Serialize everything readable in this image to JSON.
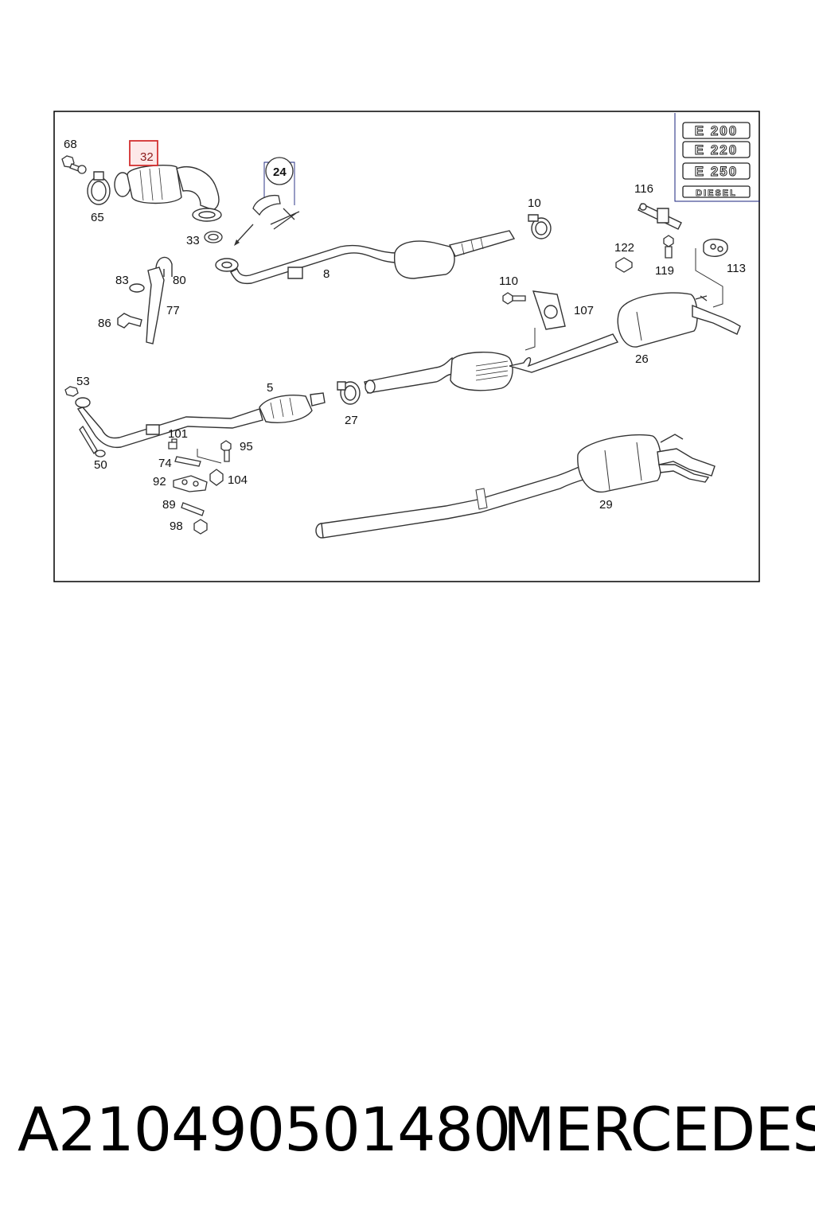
{
  "diagram": {
    "model_badges": [
      "E 200",
      "E 220",
      "E 250",
      "DIESEL"
    ],
    "callouts": [
      {
        "id": "68",
        "label": "68"
      },
      {
        "id": "32",
        "label": "32",
        "highlighted": true
      },
      {
        "id": "65",
        "label": "65"
      },
      {
        "id": "24",
        "label": "24",
        "circled": true
      },
      {
        "id": "33",
        "label": "33"
      },
      {
        "id": "10",
        "label": "10"
      },
      {
        "id": "116",
        "label": "116"
      },
      {
        "id": "122",
        "label": "122"
      },
      {
        "id": "119",
        "label": "119"
      },
      {
        "id": "113",
        "label": "113"
      },
      {
        "id": "83",
        "label": "83"
      },
      {
        "id": "80",
        "label": "80"
      },
      {
        "id": "8",
        "label": "8"
      },
      {
        "id": "110",
        "label": "110"
      },
      {
        "id": "107",
        "label": "107"
      },
      {
        "id": "77",
        "label": "77"
      },
      {
        "id": "86",
        "label": "86"
      },
      {
        "id": "26",
        "label": "26"
      },
      {
        "id": "53",
        "label": "53"
      },
      {
        "id": "5",
        "label": "5"
      },
      {
        "id": "27",
        "label": "27"
      },
      {
        "id": "101",
        "label": "101"
      },
      {
        "id": "95",
        "label": "95"
      },
      {
        "id": "74",
        "label": "74"
      },
      {
        "id": "50",
        "label": "50"
      },
      {
        "id": "92",
        "label": "92"
      },
      {
        "id": "104",
        "label": "104"
      },
      {
        "id": "89",
        "label": "89"
      },
      {
        "id": "98",
        "label": "98"
      },
      {
        "id": "29",
        "label": "29"
      }
    ],
    "highlight_color": "#d32f2f",
    "badge_color": "#1a237e"
  },
  "caption": {
    "part_number": "A210490501480",
    "brand": "MERCEDES"
  }
}
